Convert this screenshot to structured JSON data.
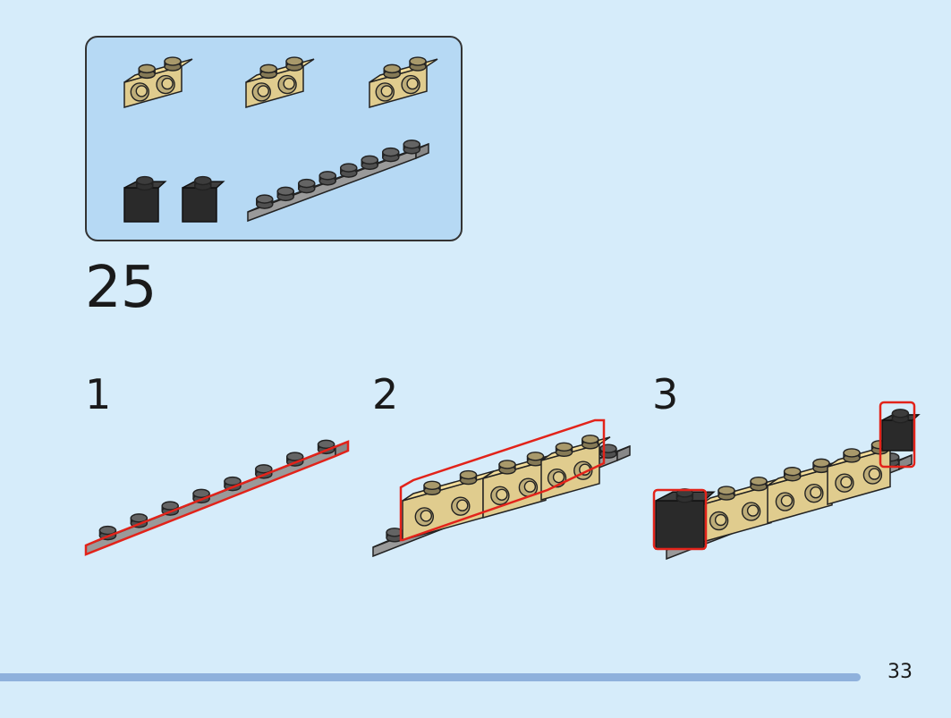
{
  "instructions": {
    "step_number": "25",
    "substeps": [
      {
        "label": "1"
      },
      {
        "label": "2"
      },
      {
        "label": "3"
      }
    ],
    "page_number": "33"
  },
  "parts_callout": {
    "pieces": [
      {
        "part": "tan-1x2-brick-with-side-studs",
        "quantity": 3
      },
      {
        "part": "black-1x1-brick",
        "quantity": 2
      },
      {
        "part": "gray-1x8-plate",
        "quantity": 1
      }
    ]
  },
  "colors": {
    "background": "#d6ecfa",
    "callout_fill": "#b6d9f4",
    "tan": "#e0cc8e",
    "gray": "#b5b5b5",
    "black": "#2a2a2a",
    "highlight": "#e2231a",
    "footer_bar": "#8fb1dc"
  }
}
